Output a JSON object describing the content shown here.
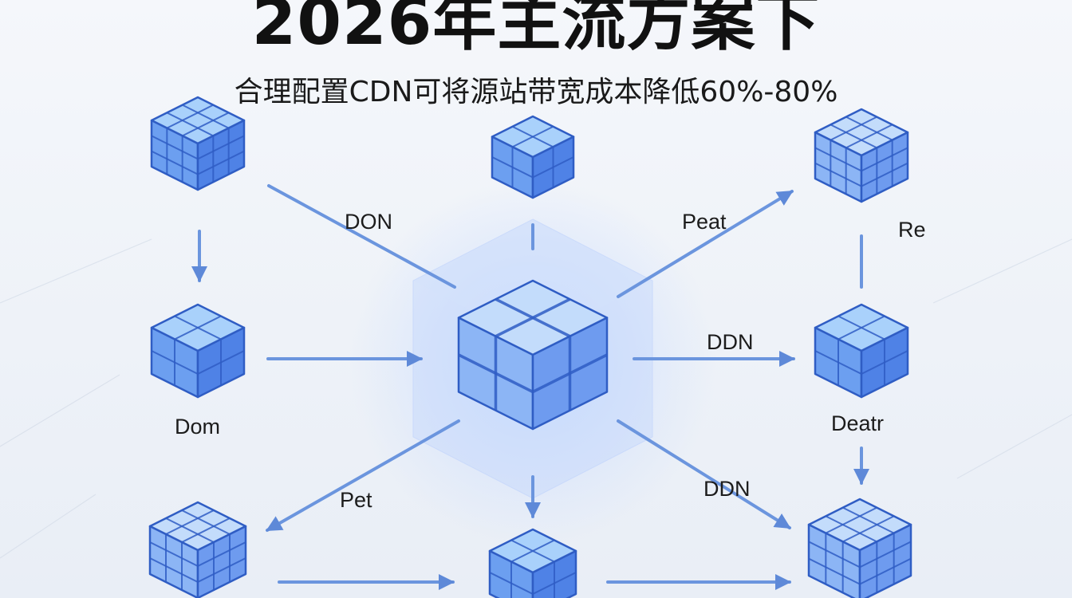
{
  "title": "2026年主流方案下",
  "subtitle": "合理配置CDN可将源站带宽成本降低60%-80%",
  "labels": {
    "top_left_arrow": "DON",
    "top_right_arrow": "Peat",
    "right_top_node": "Re",
    "right_middle_arrow": "DDN",
    "left_middle_node": "Dom",
    "right_middle_node": "Deatr",
    "bottom_left_arrow": "Pet",
    "bottom_right_arrow": "DDN"
  },
  "colors": {
    "cube_top": "#a9d1fb",
    "cube_left": "#6c9ff0",
    "cube_right": "#4f82e6",
    "cube_edge": "#2f5dc4",
    "arrow": "#6b95de",
    "text": "#1c1c1c"
  }
}
